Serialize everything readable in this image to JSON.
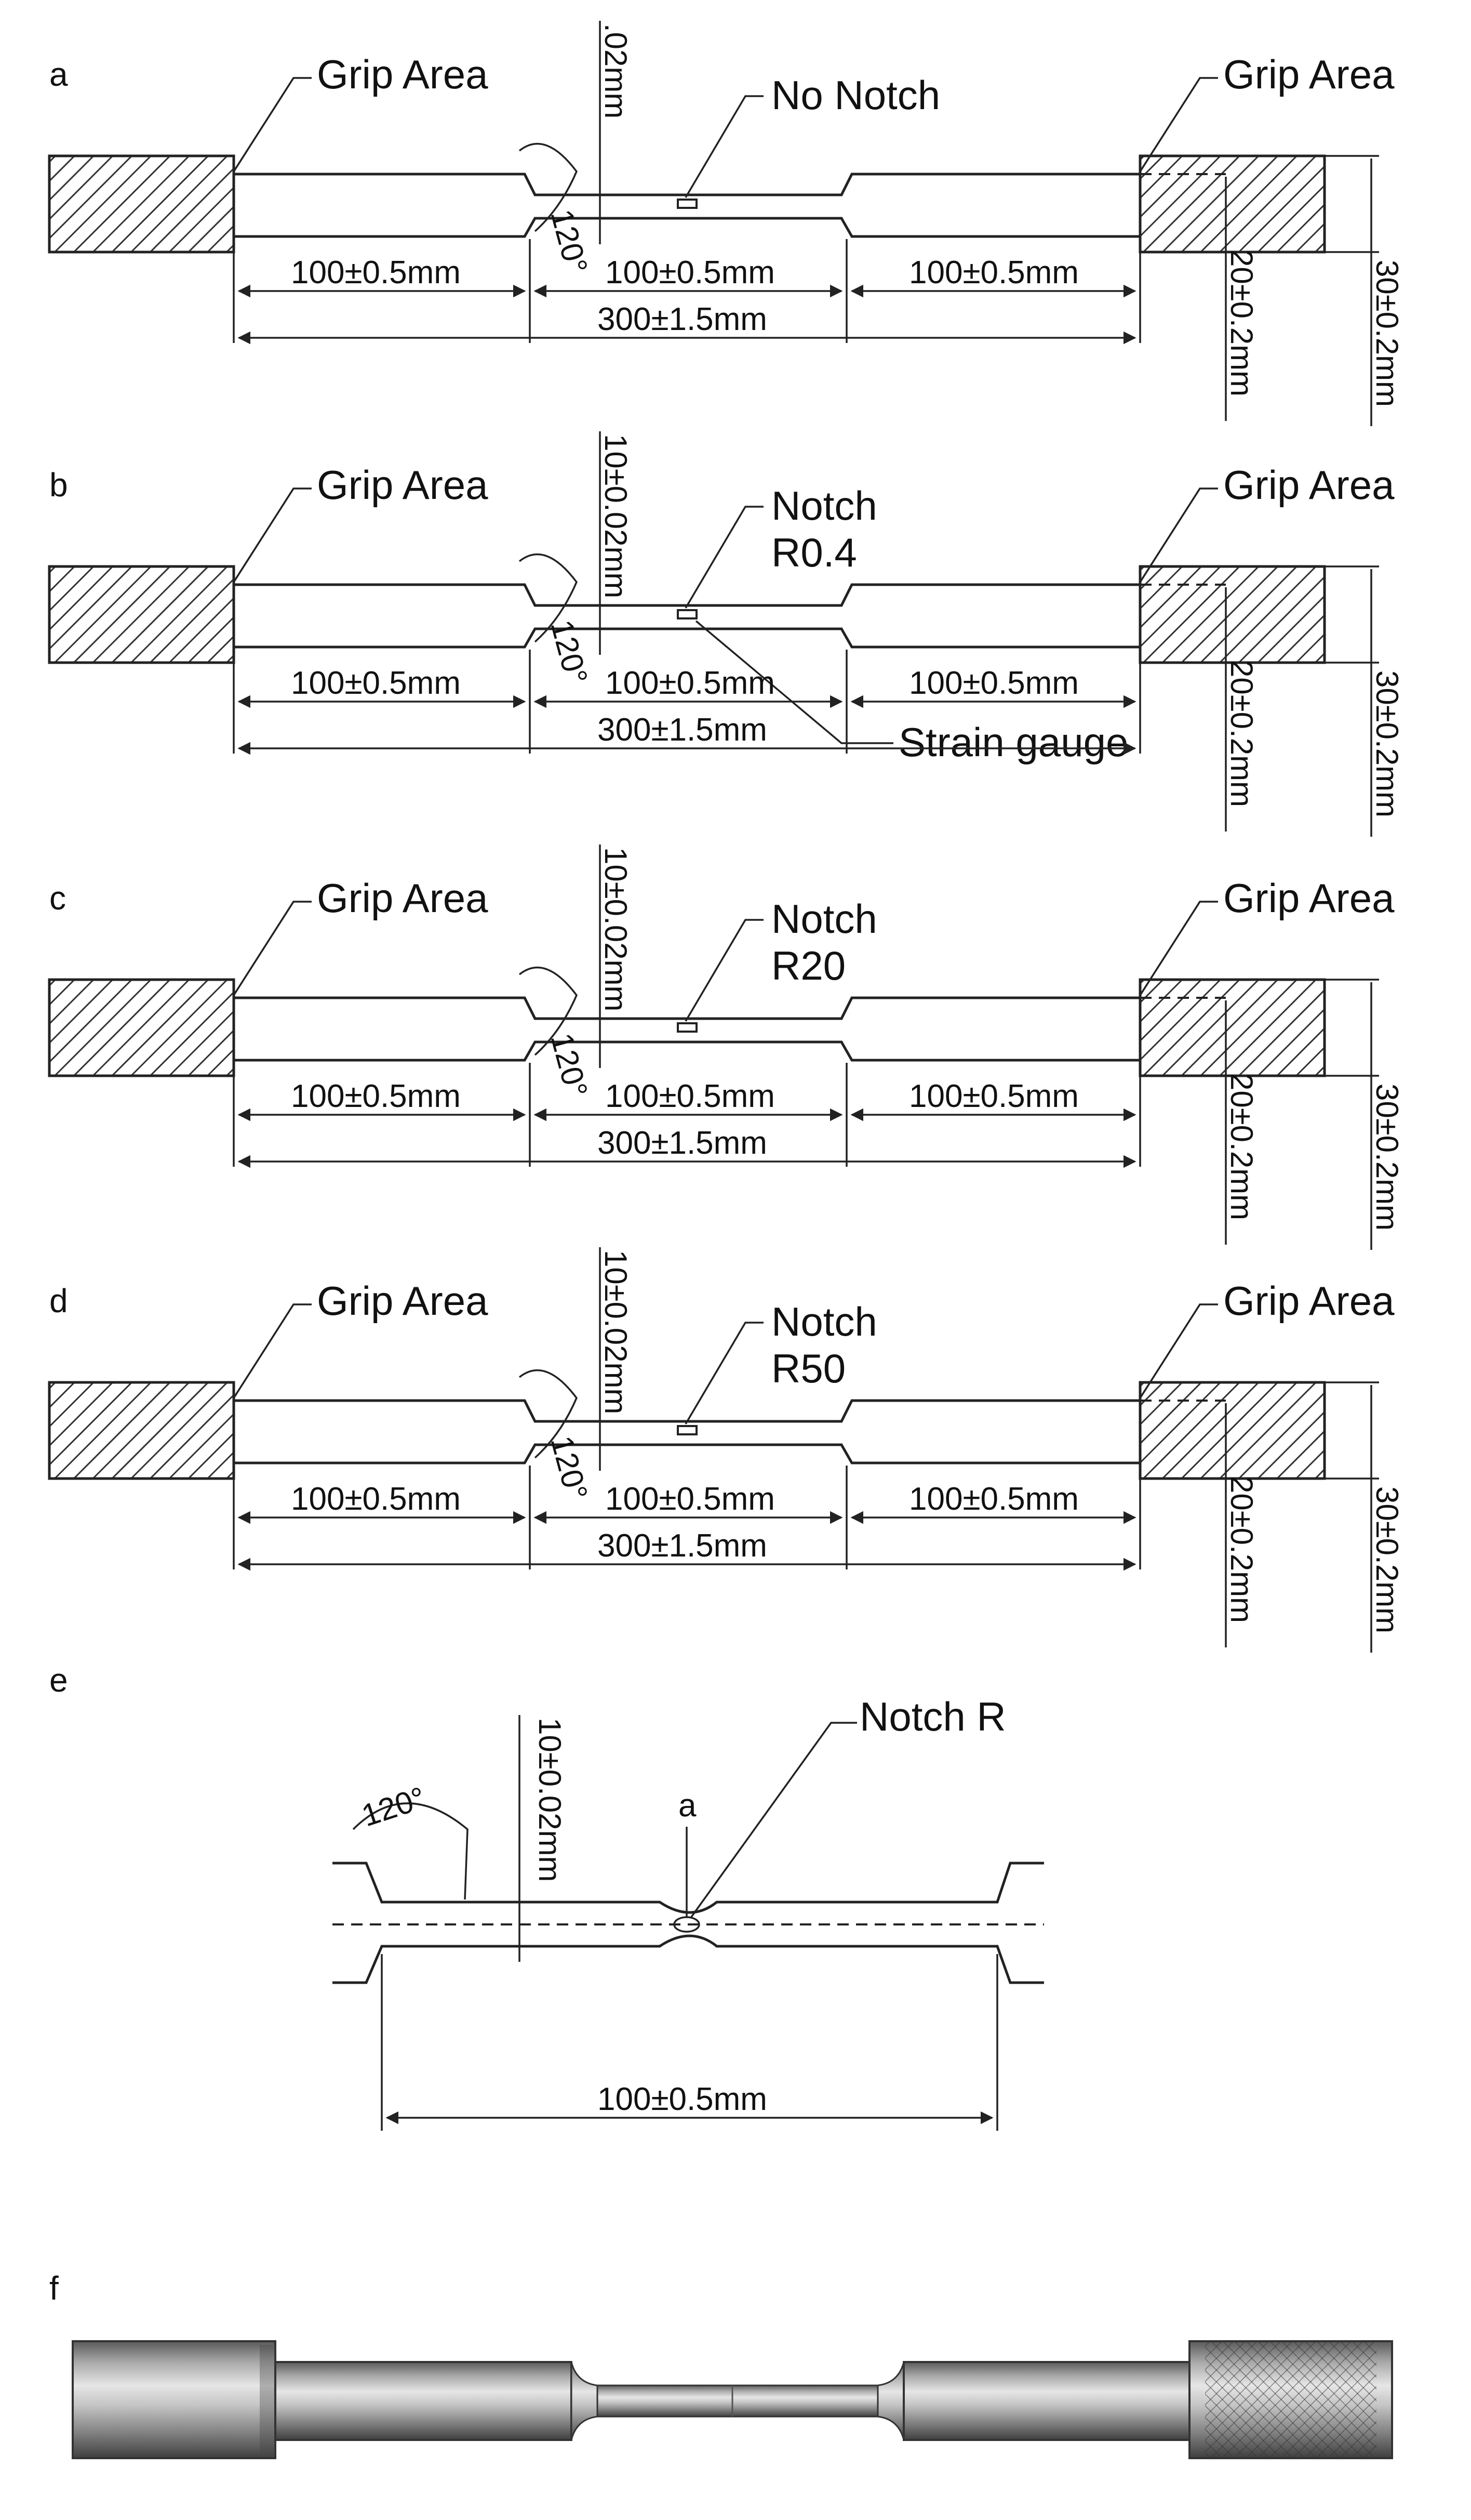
{
  "panels": [
    {
      "letter": "a",
      "grip_left": "Grip Area",
      "grip_right": "Grip Area",
      "notch_label_1": "No Notch",
      "notch_label_2": "",
      "thickness": ".02mm",
      "angle": "120°",
      "seg_left": "100±0.5mm",
      "seg_mid": "100±0.5mm",
      "seg_right": "100±0.5mm",
      "total": "300±1.5mm",
      "width_inner": "20±0.2mm",
      "width_outer": "30±0.2mm",
      "strain_gauge": ""
    },
    {
      "letter": "b",
      "grip_left": "Grip Area",
      "grip_right": "Grip Area",
      "notch_label_1": "Notch",
      "notch_label_2": "R0.4",
      "thickness": "10±0.02mm",
      "angle": "120°",
      "seg_left": "100±0.5mm",
      "seg_mid": "100±0.5mm",
      "seg_right": "100±0.5mm",
      "total": "300±1.5mm",
      "width_inner": "20±0.2mm",
      "width_outer": "30±0.2mm",
      "strain_gauge": "Strain gauge"
    },
    {
      "letter": "c",
      "grip_left": "Grip Area",
      "grip_right": "Grip Area",
      "notch_label_1": "Notch",
      "notch_label_2": "R20",
      "thickness": "10±0.02mm",
      "angle": "120°",
      "seg_left": "100±0.5mm",
      "seg_mid": "100±0.5mm",
      "seg_right": "100±0.5mm",
      "total": "300±1.5mm",
      "width_inner": "20±0.2mm",
      "width_outer": "30±0.2mm",
      "strain_gauge": ""
    },
    {
      "letter": "d",
      "grip_left": "Grip Area",
      "grip_right": "Grip Area",
      "notch_label_1": "Notch",
      "notch_label_2": "R50",
      "thickness": "10±0.02mm",
      "angle": "120°",
      "seg_left": "100±0.5mm",
      "seg_mid": "100±0.5mm",
      "seg_right": "100±0.5mm",
      "total": "300±1.5mm",
      "width_inner": "20±0.2mm",
      "width_outer": "30±0.2mm",
      "strain_gauge": ""
    }
  ],
  "detail": {
    "letter": "e",
    "notch_label": "Notch R",
    "a_label": "a",
    "angle": "120°",
    "thickness": "10±0.02mm",
    "length": "100±0.5mm"
  },
  "photo": {
    "letter": "f"
  },
  "colors": {
    "line": "#222222",
    "metal_dark": "#5a5a5a",
    "metal_light": "#e6e6e6"
  }
}
